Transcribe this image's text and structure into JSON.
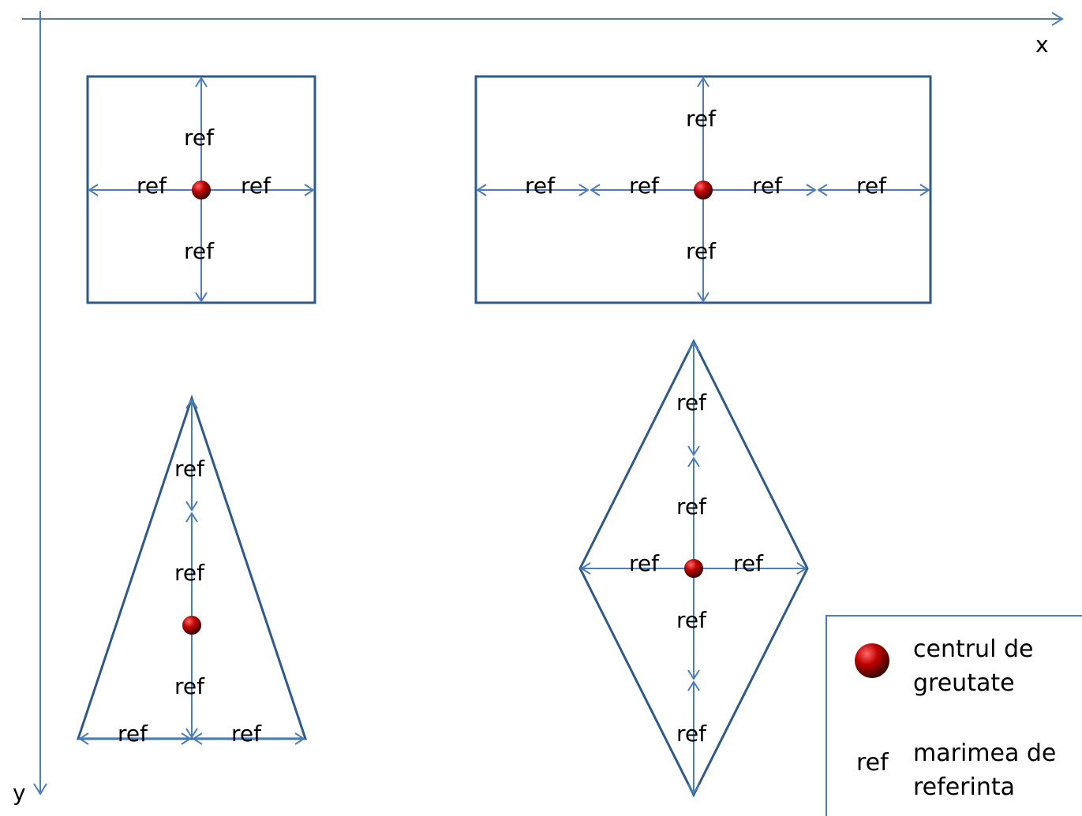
{
  "axes": {
    "x_label": "x",
    "y_label": "y"
  },
  "ref_label": "ref",
  "legend": {
    "centroid_line1": "centrul de",
    "centroid_line2": "greutate",
    "ref_symbol": "ref",
    "ref_line1": "marimea de",
    "ref_line2": "referinta"
  },
  "colors": {
    "shape_stroke": "#2e5a8a",
    "arrow_stroke": "#4a7ebb",
    "centroid_fill": "#c00000"
  }
}
